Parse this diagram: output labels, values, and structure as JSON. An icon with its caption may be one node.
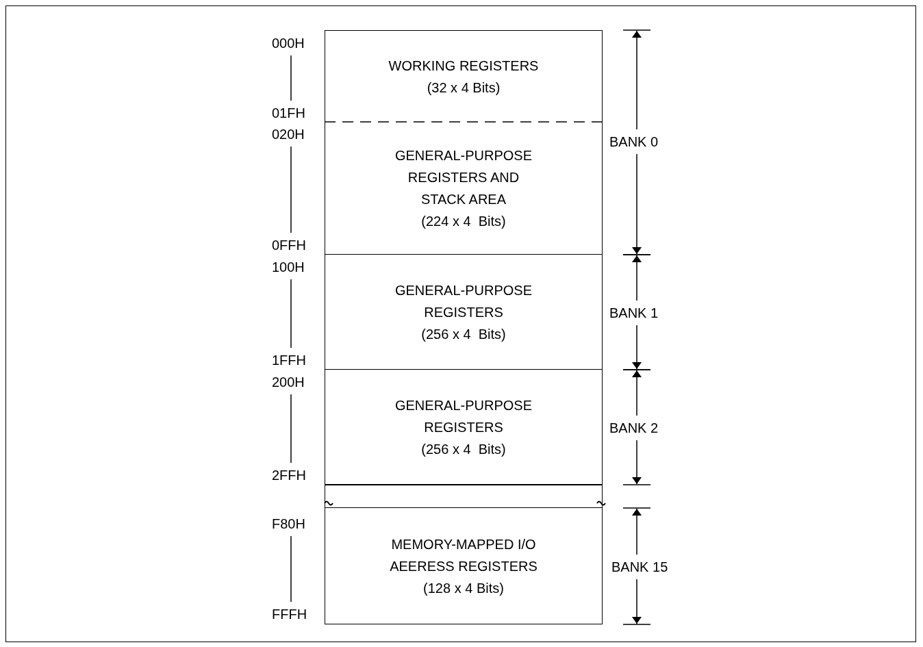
{
  "diagram": {
    "nodes": [
      {
        "text": [
          "WORKING REGISTERS",
          "(32 x 4 Bits)"
        ]
      },
      {
        "text": [
          "GENERAL-PURPOSE REGISTERS AND STACK AREA",
          "(224 x 4  Bits)"
        ]
      },
      {
        "text": [
          "GENERAL-PURPOSE REGISTERS",
          "(256 x 4  Bits)"
        ]
      },
      {
        "text": [
          "GENERAL-PURPOSE REGISTERS",
          "(256 x 4  Bits)"
        ]
      },
      {
        "text": [],
        "shape": "box"
      },
      {
        "text": [
          "MEMORY-MAPPED I/O AEERESS REGISTERS",
          "(128 x 4 Bits)"
        ]
      }
    ],
    "labels": [
      "000H",
      "01FH",
      "020H",
      "0FFH",
      "100H",
      "1FFH",
      "200H",
      "2FFH",
      "F80H",
      "FFFH",
      "BANK 0",
      "BANK 1",
      "BANK 2",
      "BANK 15"
    ]
  }
}
